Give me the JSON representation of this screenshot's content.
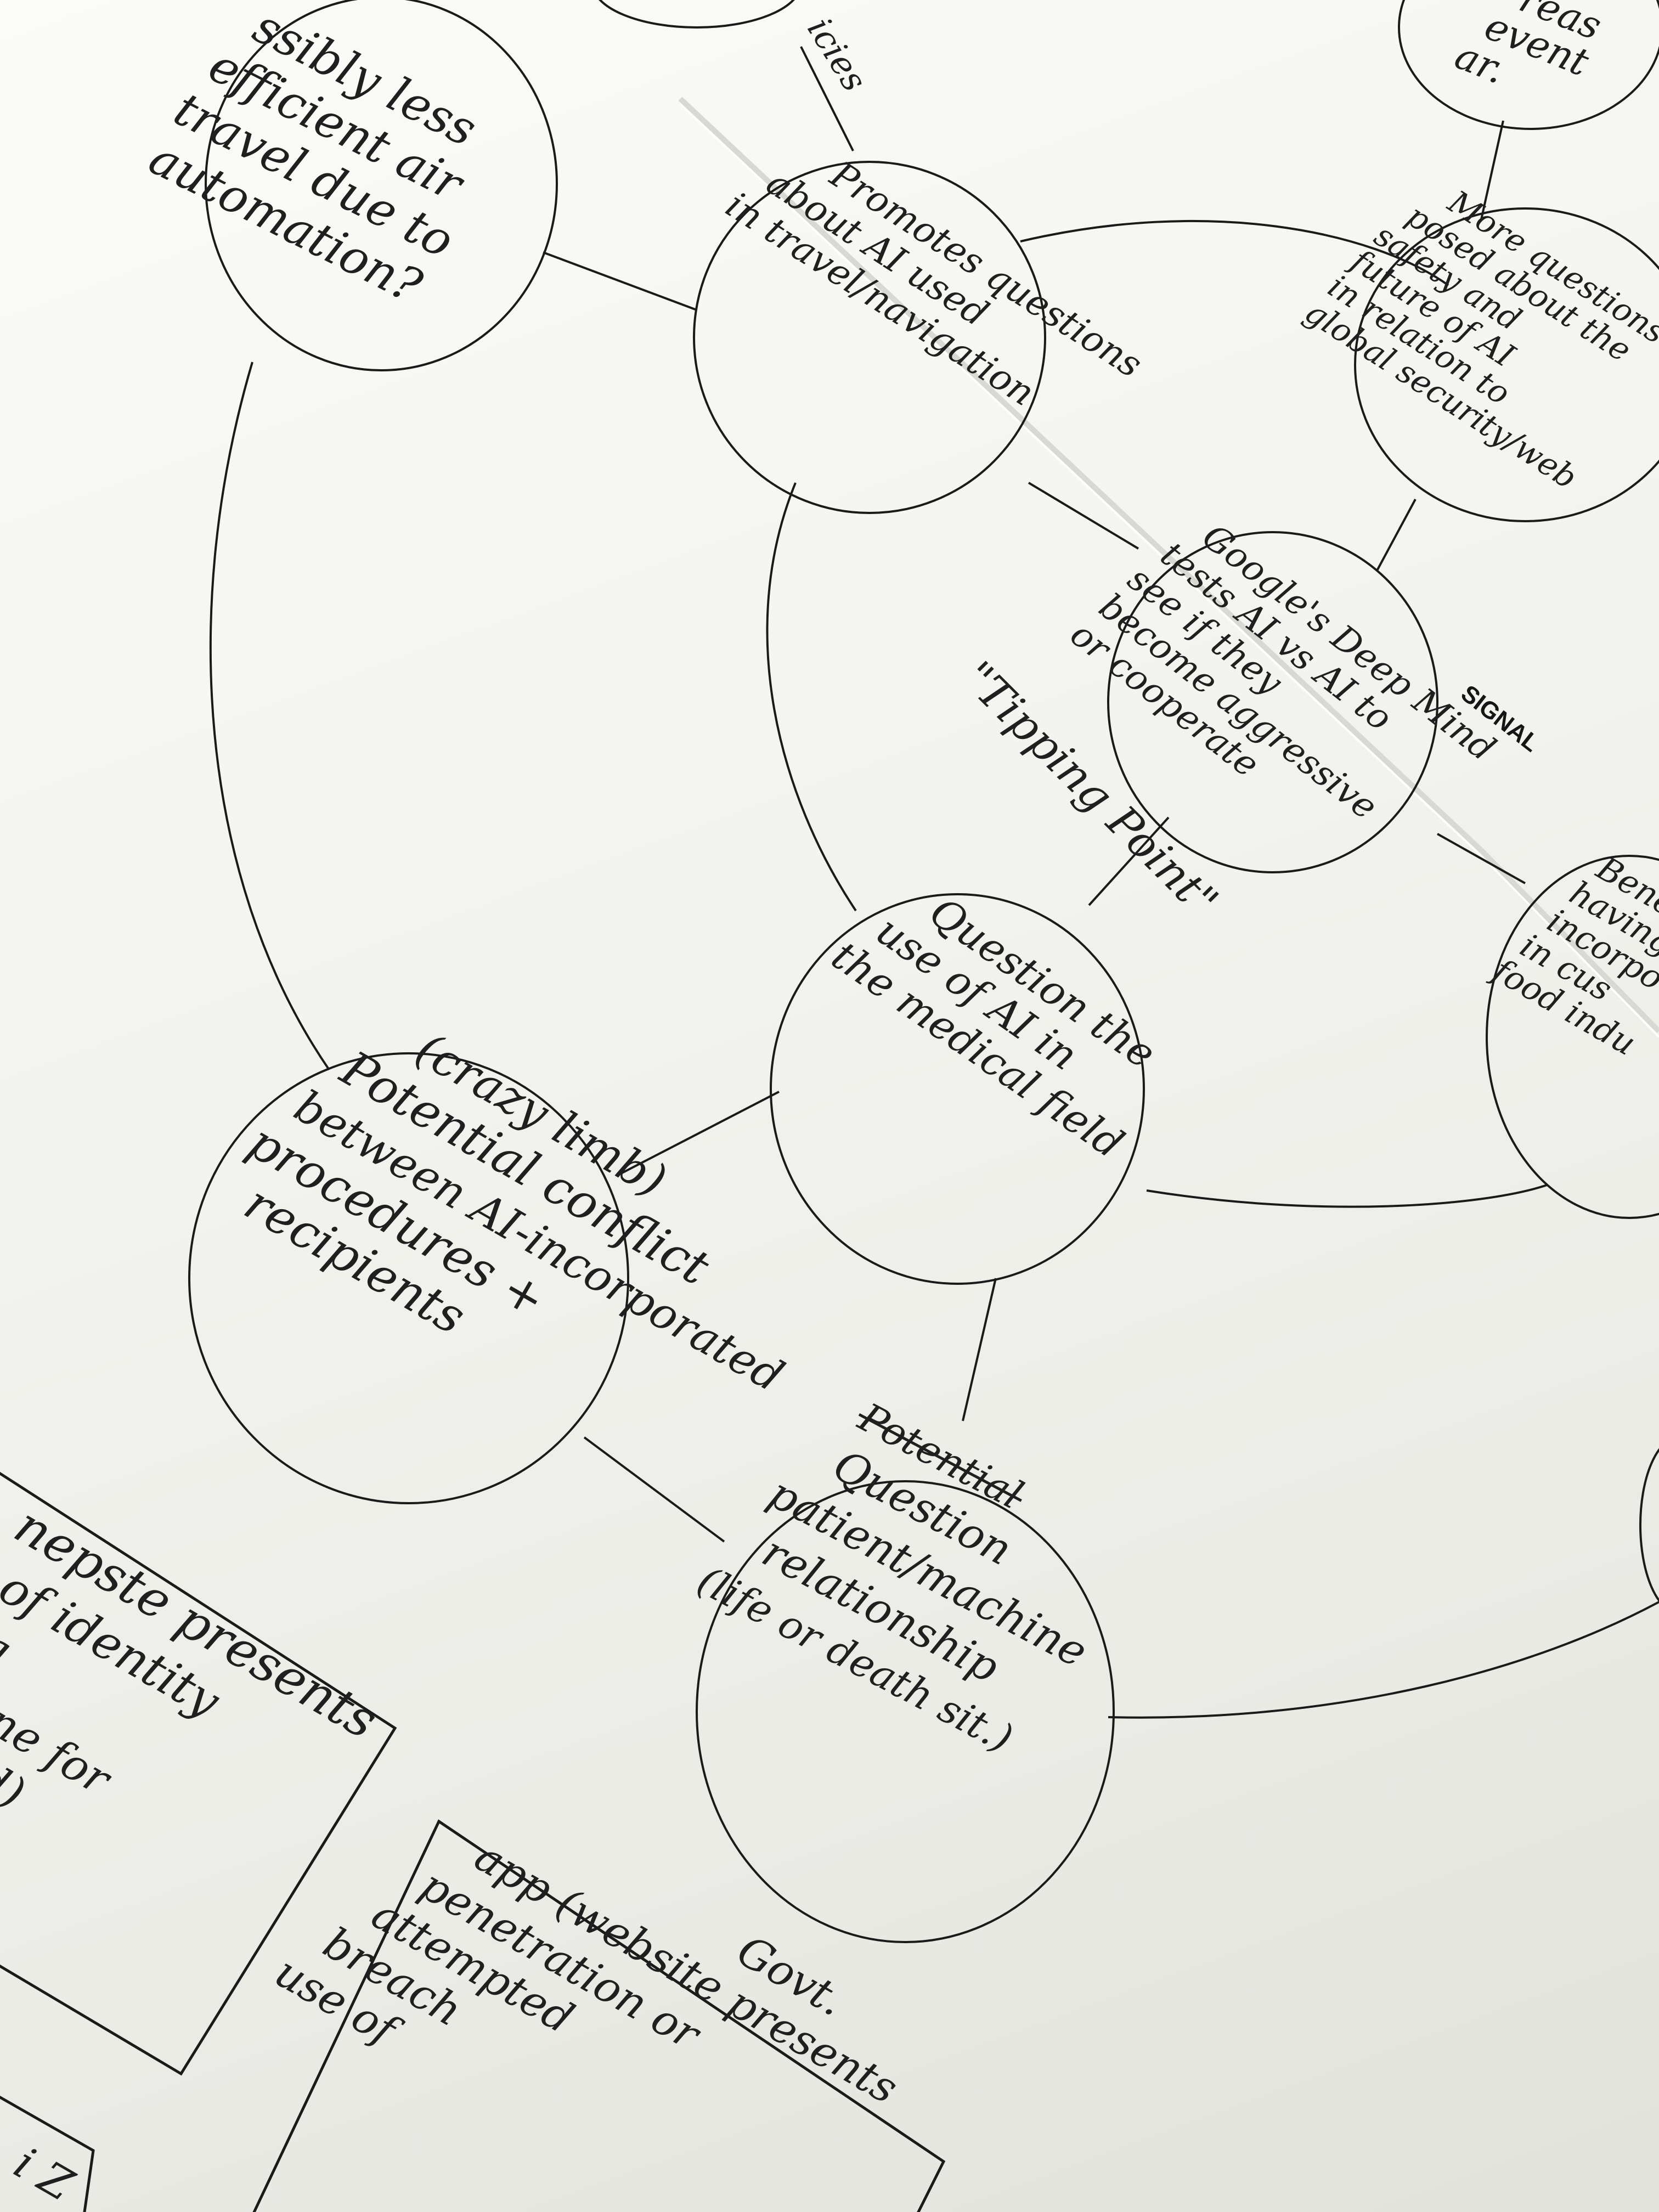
{
  "sheet": {
    "printed_label": "SIGNAL"
  },
  "notes": {
    "n_efficient": [
      "ssibly less",
      "efficient air",
      "travel due to",
      "automation?"
    ],
    "n_promotes": [
      "Promotes questions",
      "about AI used",
      "in travel/navigation"
    ],
    "n_policies": "icies",
    "n_prevent": [
      "reas",
      "event",
      "ar."
    ],
    "n_more_questions": [
      "More questions",
      "posed about the",
      "safety and",
      "future of AI",
      "in relation to",
      "global security/web"
    ],
    "n_deepmind": [
      "Google's Deep Mind",
      "tests AI vs AI to",
      "see if they",
      "become aggressive",
      "or cooperate"
    ],
    "n_tipping": "\"Tipping Point\"",
    "n_benefits": [
      "Benef",
      "having",
      "incorpo",
      "in cus",
      "food indu"
    ],
    "n_medical": [
      "Question the",
      "use of AI in",
      "the medical field"
    ],
    "n_conflict": [
      "(crazy limb)",
      "Potential conflict",
      "between AI-incorporated",
      "procedures +",
      "recipients"
    ],
    "n_patient": [
      "Potential",
      "Question",
      "patient/machine",
      "relationship",
      "(life or death sit.)"
    ],
    "box_left": [
      "nepste presents",
      "s of identity",
      "sing",
      "oneene for",
      "card)"
    ],
    "box_bottom": [
      "app (website presents",
      "Govt.",
      "penetration or",
      "attempted",
      "breach",
      "use of"
    ],
    "margin_fragment": "i Z"
  }
}
